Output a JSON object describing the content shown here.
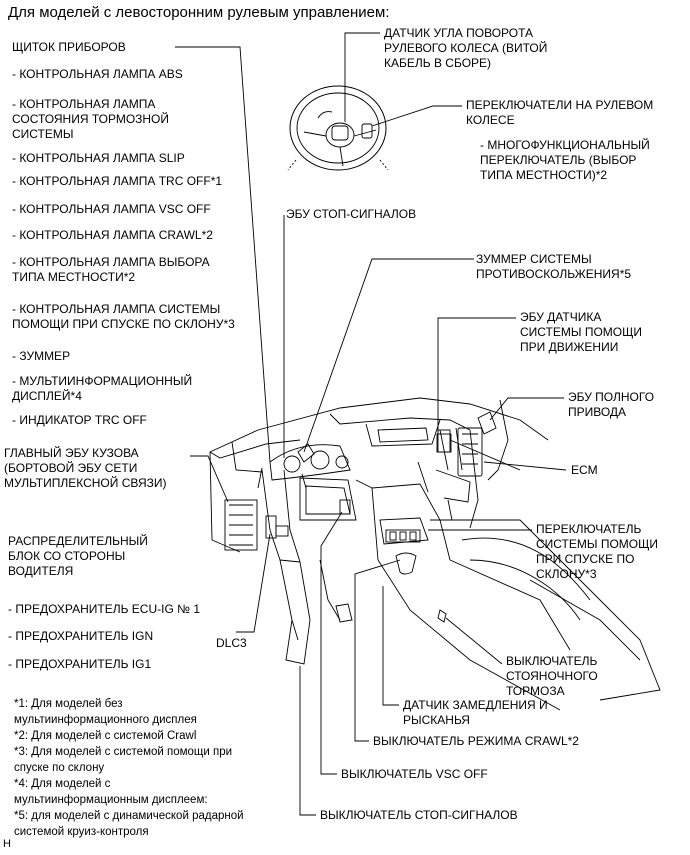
{
  "title": "Для моделей с левосторонним рулевым управлением:",
  "left_labels": {
    "combination_meter": "ЩИТОК ПРИБОРОВ",
    "abs_lamp": "- КОНТРОЛЬНАЯ ЛАМПА ABS",
    "brake_lamp": "- КОНТРОЛЬНАЯ ЛАМПА\nСОСТОЯНИЯ ТОРМОЗНОЙ\nСИСТЕМЫ",
    "slip_lamp": "- КОНТРОЛЬНАЯ ЛАМПА SLIP",
    "trc_off_lamp": "- КОНТРОЛЬНАЯ ЛАМПА TRC OFF*1",
    "vsc_off_lamp": "- КОНТРОЛЬНАЯ ЛАМПА VSC OFF",
    "crawl_lamp": "- КОНТРОЛЬНАЯ ЛАМПА CRAWL*2",
    "terrain_lamp": "- КОНТРОЛЬНАЯ ЛАМПА ВЫБОРА\nТИПА МЕСТНОСТИ*2",
    "dac_lamp": "- КОНТРОЛЬНАЯ ЛАМПА СИСТЕМЫ\nПОМОЩИ ПРИ СПУСКЕ ПО СКЛОНУ*3",
    "buzzer": "- ЗУММЕР",
    "multi_display": "- МУЛЬТИИНФОРМАЦИОННЫЙ\nДИСПЛЕЙ*4",
    "trc_off_indicator": "- ИНДИКАТОР TRC OFF",
    "main_body_ecu": "ГЛАВНЫЙ ЭБУ КУЗОВА\n(БОРТОВОЙ ЭБУ СЕТИ\nМУЛЬТИПЛЕКСНОЙ СВЯЗИ)",
    "junction_block": "РАСПРЕДЕЛИТЕЛЬНЫЙ\nБЛОК СО СТОРОНЫ\nВОДИТЕЛЯ",
    "fuse_ecu_ig": "- ПРЕДОХРАНИТЕЛЬ ECU-IG № 1",
    "fuse_ign": "- ПРЕДОХРАНИТЕЛЬ IGN",
    "fuse_ig1": "- ПРЕДОХРАНИТЕЛЬ IG1",
    "dlc3": "DLC3"
  },
  "right_labels": {
    "steering_sensor": "ДАТЧИК УГЛА ПОВОРОТА\nРУЛЕВОГО КОЛЕСА (ВИТОЙ\nКАБЕЛЬ В СБОРЕ)",
    "steering_switches": "ПЕРЕКЛЮЧАТЕЛИ НА РУЛЕВОМ\nКОЛЕСЕ",
    "multi_switch": "- МНОГОФУНКЦИОНАЛЬНЫЙ\nПЕРЕКЛЮЧАТЕЛЬ (ВЫБОР\nТИПА МЕСТНОСТИ)*2",
    "stop_lamp_ecu": "ЭБУ СТОП-СИГНАЛОВ",
    "theft_buzzer": "ЗУММЕР СИСТЕМЫ\nПРОТИВОСКОЛЬЖЕНИЯ*5",
    "assist_sensor_ecu": "ЭБУ ДАТЧИКА\nСИСТЕМЫ ПОМОЩИ\nПРИ ДВИЖЕНИИ",
    "awd_ecu": "ЭБУ ПОЛНОГО\nПРИВОДА",
    "ecm": "ECM",
    "dac_switch": "ПЕРЕКЛЮЧАТЕЛЬ\nСИСТЕМЫ ПОМОЩИ\nПРИ СПУСКЕ ПО\nСКЛОНУ*3",
    "parking_brake_switch": "ВЫКЛЮЧАТЕЛЬ\nСТОЯНОЧНОГО\nТОРМОЗА",
    "yaw_sensor": "ДАТЧИК ЗАМЕДЛЕНИЯ И\nРЫСКАНЬЯ",
    "crawl_switch": "ВЫКЛЮЧАТЕЛЬ РЕЖИМА CRAWL*2",
    "vsc_off_switch": "ВЫКЛЮЧАТЕЛЬ VSC OFF",
    "stop_lamp_switch": "ВЫКЛЮЧАТЕЛЬ СТОП-СИГНАЛОВ"
  },
  "footnotes": {
    "n1": "*1: Для моделей без\nмультиинформационного дисплея",
    "n2": "*2: Для моделей с системой Crawl",
    "n3": "*3: Для моделей с системой помощи при\nспуске по склону",
    "n4": "*4: Для моделей с\nмультиинформационным дисплеем:",
    "n5": "*5: для моделей с динамической радарной\nсистемой круиз-контроля"
  },
  "corner_mark": "H"
}
